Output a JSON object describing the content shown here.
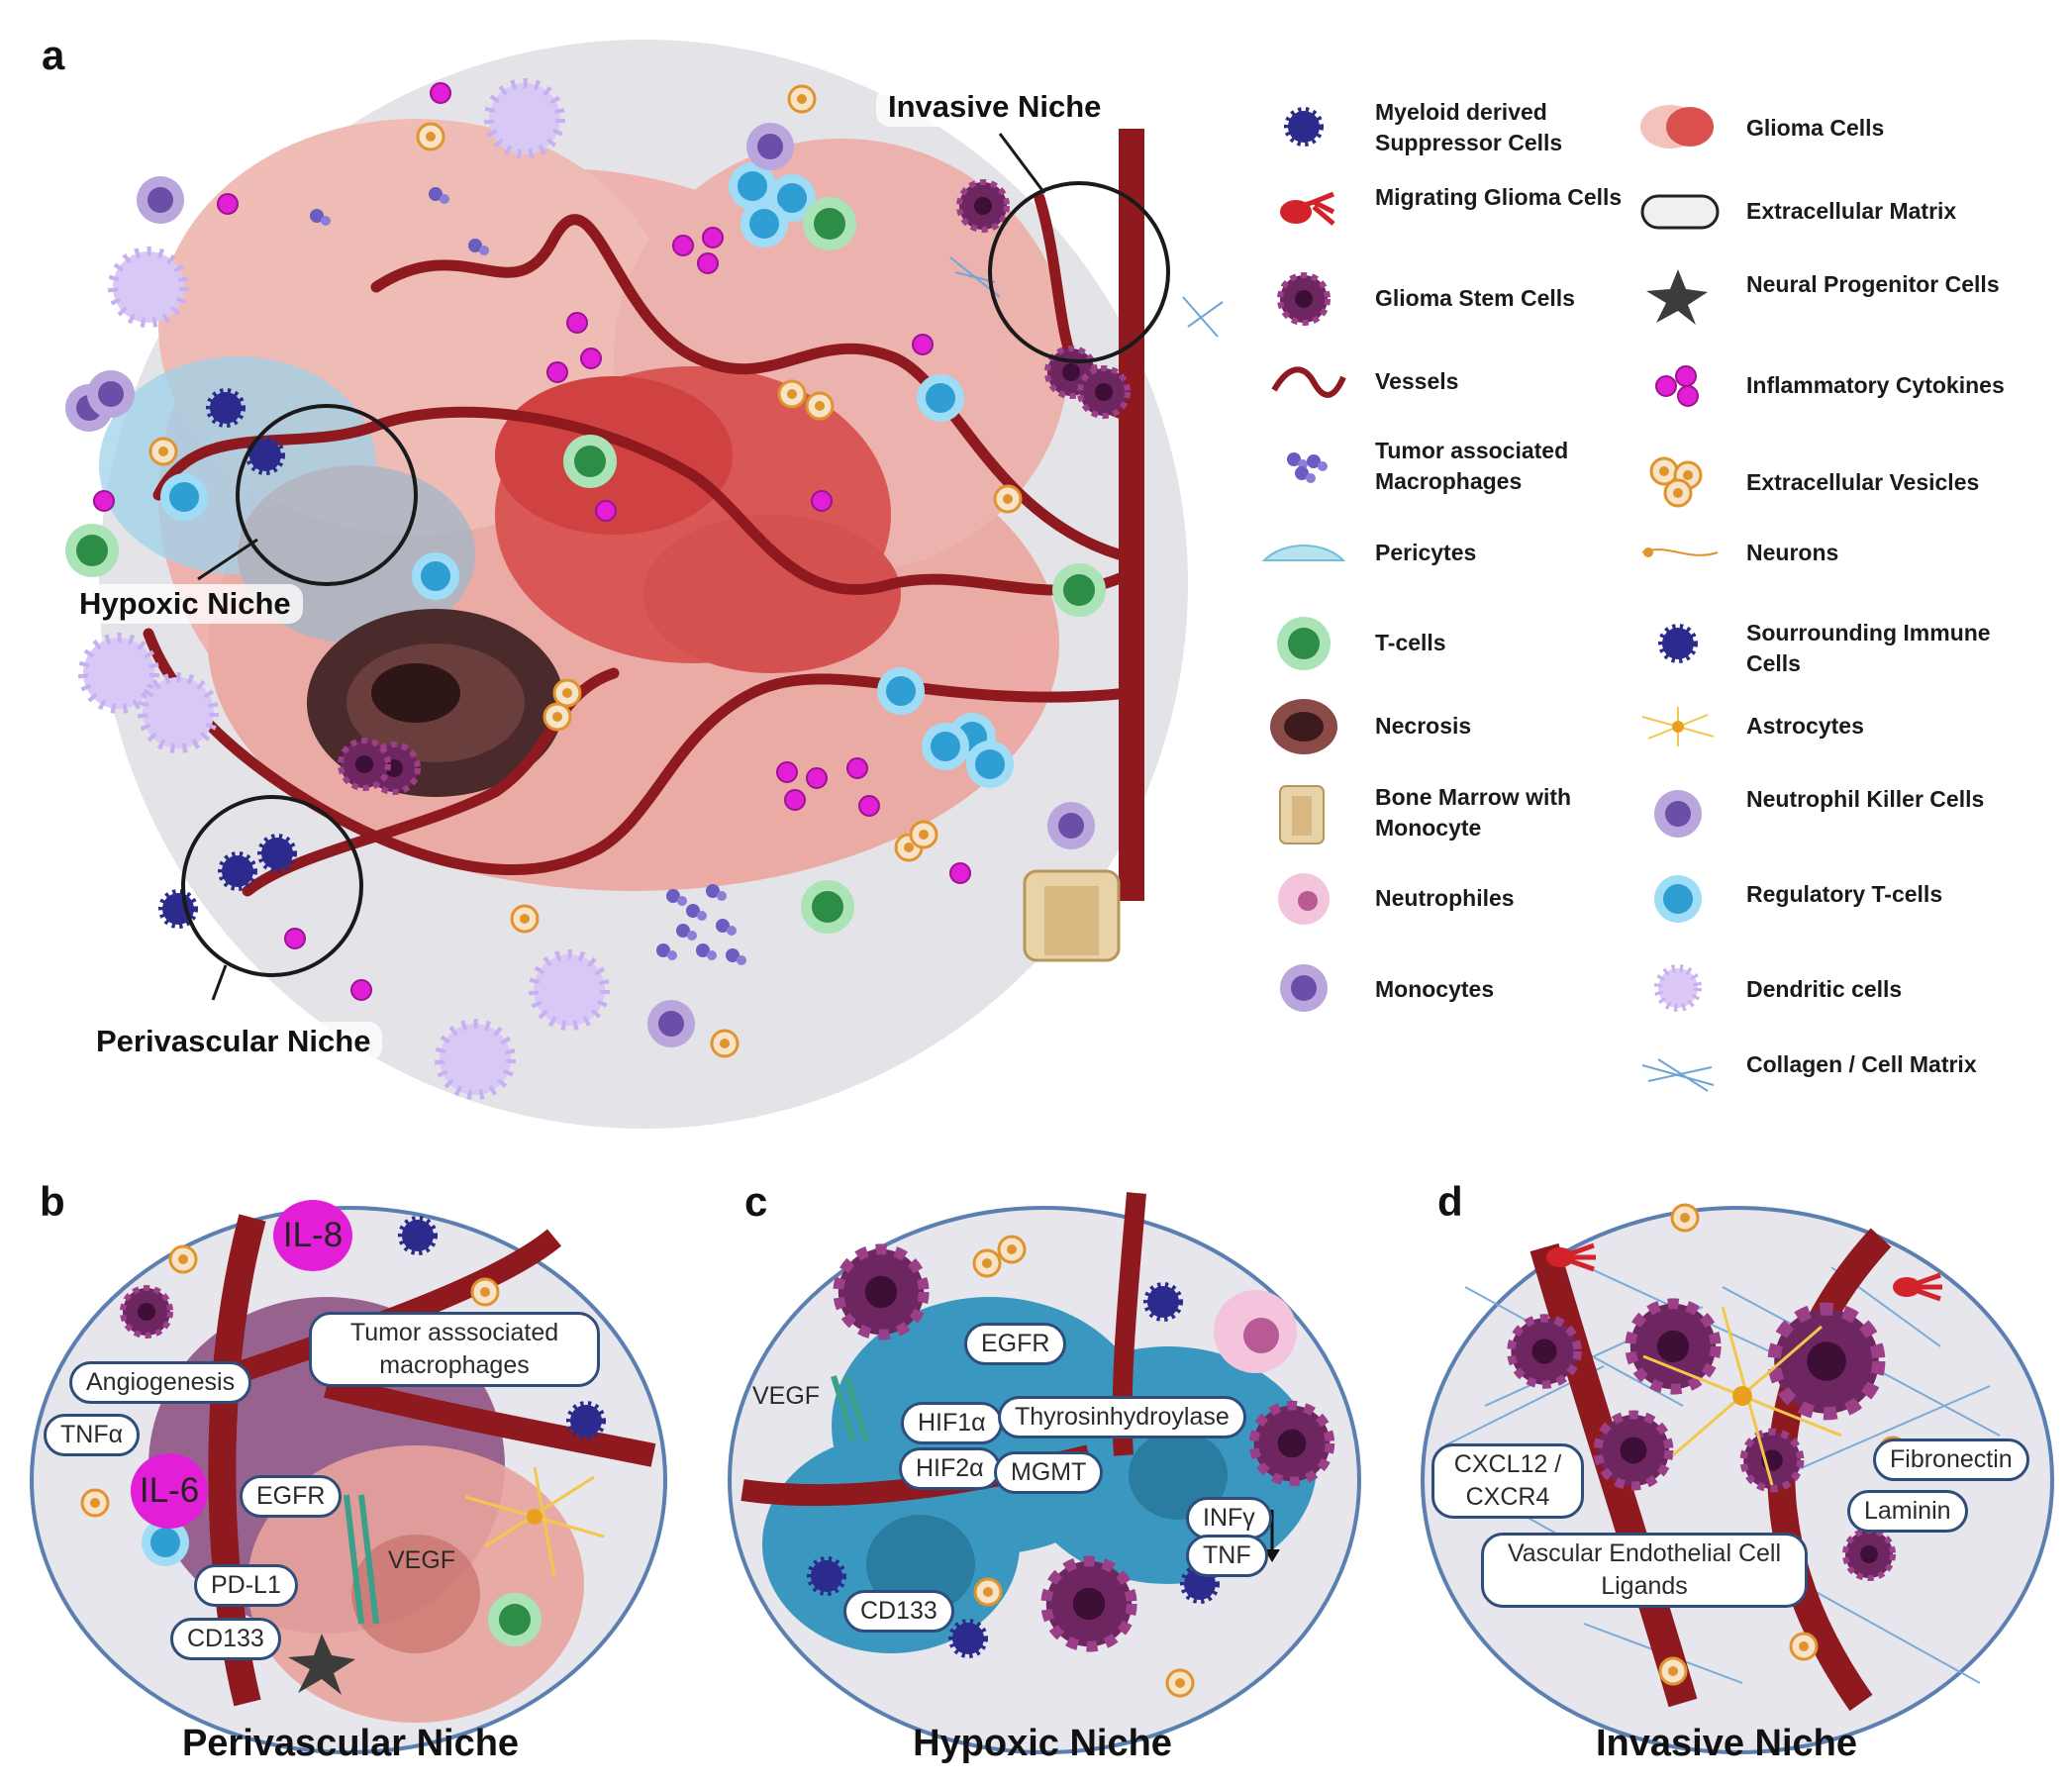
{
  "panel_letters": {
    "a": "a",
    "b": "b",
    "c": "c",
    "d": "d"
  },
  "panel_a": {
    "niche_labels": {
      "invasive": "Invasive Niche",
      "hypoxic": "Hypoxic Niche",
      "perivascular": "Perivascular Niche"
    }
  },
  "legend": {
    "left": [
      {
        "icon": "myeloid-suppressor-icon",
        "label": "Myeloid derived Suppressor Cells"
      },
      {
        "icon": "migrating-glioma-icon",
        "label": "Migrating Glioma Cells"
      },
      {
        "icon": "glioma-stem-icon",
        "label": "Glioma Stem Cells"
      },
      {
        "icon": "vessel-icon",
        "label": "Vessels"
      },
      {
        "icon": "macrophage-icon",
        "label": "Tumor associated Macrophages"
      },
      {
        "icon": "pericyte-icon",
        "label": "Pericytes"
      },
      {
        "icon": "t-cell-icon",
        "label": "T-cells"
      },
      {
        "icon": "necrosis-icon",
        "label": "Necrosis"
      },
      {
        "icon": "bone-marrow-icon",
        "label": "Bone Marrow with Monocyte"
      },
      {
        "icon": "neutrophil-icon",
        "label": "Neutrophiles"
      },
      {
        "icon": "monocyte-icon",
        "label": "Monocytes"
      }
    ],
    "right": [
      {
        "icon": "glioma-cell-icon",
        "label": "Glioma Cells"
      },
      {
        "icon": "ecm-icon",
        "label": "Extracellular Matrix"
      },
      {
        "icon": "neural-progenitor-icon",
        "label": "Neural Progenitor Cells"
      },
      {
        "icon": "cytokine-icon",
        "label": "Inflammatory Cytokines"
      },
      {
        "icon": "vesicle-icon",
        "label": "Extracellular Vesicles"
      },
      {
        "icon": "neuron-icon",
        "label": "Neurons"
      },
      {
        "icon": "immune-cell-icon",
        "label": "Sourrounding Immune Cells"
      },
      {
        "icon": "astrocyte-icon",
        "label": "Astrocytes"
      },
      {
        "icon": "nk-cell-icon",
        "label": "Neutrophil Killer Cells"
      },
      {
        "icon": "treg-icon",
        "label": "Regulatory T-cells"
      },
      {
        "icon": "dendritic-icon",
        "label": "Dendritic cells"
      },
      {
        "icon": "collagen-icon",
        "label": "Collagen / Cell Matrix"
      }
    ]
  },
  "panel_b": {
    "title": "Perivascular Niche",
    "il8": "IL-8",
    "il6": "IL-6",
    "tags": {
      "tam": "Tumor asssociated macrophages",
      "angiogenesis": "Angiogenesis",
      "tnfa": "TNFα",
      "egfr": "EGFR",
      "vegf": "VEGF",
      "pdl1": "PD-L1",
      "cd133": "CD133"
    }
  },
  "panel_c": {
    "title": "Hypoxic Niche",
    "tags": {
      "egfr": "EGFR",
      "vegf": "VEGF",
      "hif1a": "HIF1α",
      "thyro": "Thyrosinhydroylase",
      "hif2a": "HIF2α",
      "mgmt": "MGMT",
      "infy": "INFγ",
      "tnf": "TNF",
      "cd133": "CD133"
    }
  },
  "panel_d": {
    "title": "Invasive Niche",
    "tags": {
      "cxcl": "CXCL12 / CXCR4",
      "fibronectin": "Fibronectin",
      "laminin": "Laminin",
      "vecl": "Vascular Endothelial Cell Ligands"
    }
  },
  "colors": {
    "vessel": "#8e1a1f",
    "glioma": "#e89a94",
    "glioma_core": "#c9363a",
    "stem": "#7a2a68",
    "cytokine": "#e21fd6",
    "treg": "#3aaad8",
    "tcell": "#2f9a4a",
    "dendritic": "#c9b3f0",
    "collagen": "#6fa6d6",
    "astrocyte": "#f2c84b",
    "tag_border": "#2f4d7a",
    "panel_bg": "#e6e6ec"
  }
}
